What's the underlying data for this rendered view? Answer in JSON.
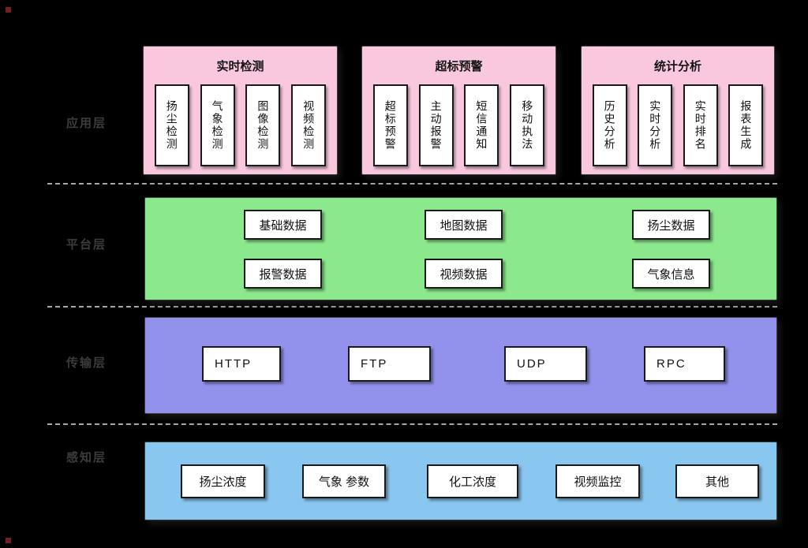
{
  "colors": {
    "background": "#000000",
    "app_layer": "#f9c8de",
    "platform_layer": "#8ce88c",
    "transport_layer": "#9292ec",
    "perception_layer": "#89c7f1",
    "box_bg": "#ffffff",
    "box_border": "#1a1a1a",
    "label_text": "#3c3c3c",
    "dash_line": "#a8a8a8"
  },
  "layers": {
    "app": {
      "label": "应用层",
      "groups": [
        {
          "title": "实时检测",
          "items": [
            "扬尘检测",
            "气象检测",
            "图像检测",
            "视频检测"
          ]
        },
        {
          "title": "超标预警",
          "items": [
            "超标预警",
            "主动报警",
            "短信通知",
            "移动执法"
          ]
        },
        {
          "title": "统计分析",
          "items": [
            "历史分析",
            "实时分析",
            "实时排名",
            "报表生成"
          ]
        }
      ]
    },
    "platform": {
      "label": "平台层",
      "rows": [
        [
          "基础数据",
          "地图数据",
          "扬尘数据"
        ],
        [
          "报警数据",
          "视频数据",
          "气象信息"
        ]
      ]
    },
    "transport": {
      "label": "传输层",
      "items": [
        "HTTP",
        "FTP",
        "UDP",
        "RPC"
      ]
    },
    "perception": {
      "label": "感知层",
      "items": [
        "扬尘浓度",
        "气象 参数",
        "化工浓度",
        "视频监控",
        "其他"
      ]
    }
  }
}
